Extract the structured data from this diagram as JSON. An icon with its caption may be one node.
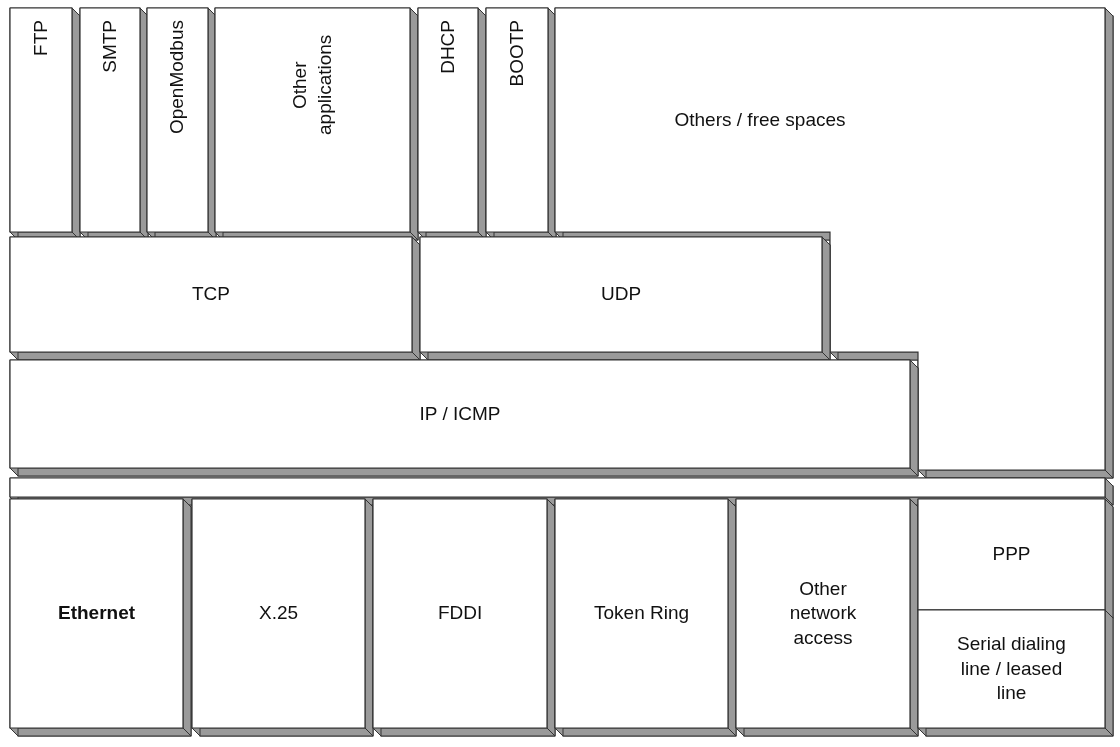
{
  "diagram": {
    "nodes": [
      {
        "text": [
          "FTP"
        ]
      },
      {
        "text": [
          "SMTP"
        ]
      },
      {
        "text": [
          "OpenModbus"
        ]
      },
      {
        "text": [
          "Other applications"
        ]
      },
      {
        "text": [
          "DHCP"
        ]
      },
      {
        "text": [
          "BOOTP"
        ]
      },
      {
        "text": [
          "Others / free spaces"
        ]
      },
      {
        "text": [
          "TCP"
        ]
      },
      {
        "text": [
          "UDP"
        ]
      },
      {
        "text": [
          "IP / ICMP"
        ]
      },
      {
        "text": [],
        "shape": "bar"
      },
      {
        "text": [
          "Ethernet"
        ]
      },
      {
        "text": [
          "X.25"
        ]
      },
      {
        "text": [
          "FDDI"
        ]
      },
      {
        "text": [
          "Token Ring"
        ]
      },
      {
        "text": [
          "Other network access"
        ]
      },
      {
        "text": [
          "PPP"
        ]
      },
      {
        "text": [
          "Serial dialing line / leased line"
        ]
      }
    ],
    "edges": []
  }
}
